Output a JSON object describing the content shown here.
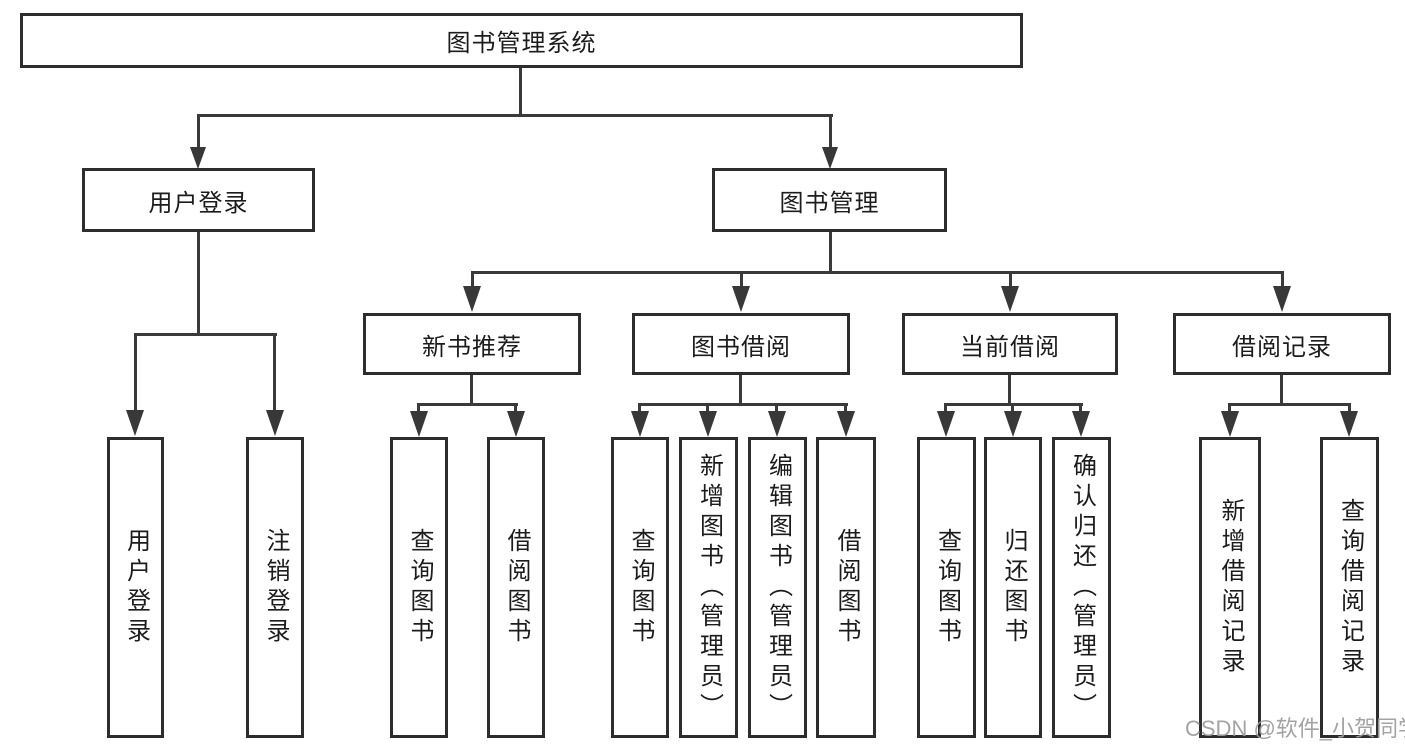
{
  "diagram_type": "hierarchy-tree",
  "colors": {
    "background": "#ffffff",
    "line": "#3a3a3a",
    "box_border": "#2d2d2d",
    "text": "#1c1c1c",
    "watermark": "#9b9b9b"
  },
  "tree": {
    "root": {
      "label": "图书管理系统"
    },
    "branches": [
      {
        "label": "用户登录",
        "children": [
          {
            "label": "用户登录"
          },
          {
            "label": "注销登录"
          }
        ]
      },
      {
        "label": "图书管理",
        "children": [
          {
            "label": "新书推荐",
            "children": [
              {
                "label": "查询图书"
              },
              {
                "label": "借阅图书"
              }
            ]
          },
          {
            "label": "图书借阅",
            "children": [
              {
                "label": "查询图书"
              },
              {
                "label": "新增图书（管理员）"
              },
              {
                "label": "编辑图书（管理员）"
              },
              {
                "label": "借阅图书"
              }
            ]
          },
          {
            "label": "当前借阅",
            "children": [
              {
                "label": "查询图书"
              },
              {
                "label": "归还图书"
              },
              {
                "label": "确认归还（管理员）"
              }
            ]
          },
          {
            "label": "借阅记录",
            "children": [
              {
                "label": "新增借阅记录"
              },
              {
                "label": "查询借阅记录"
              }
            ]
          }
        ]
      }
    ]
  },
  "watermark": {
    "text": "CSDN @软件_小贺同学"
  }
}
